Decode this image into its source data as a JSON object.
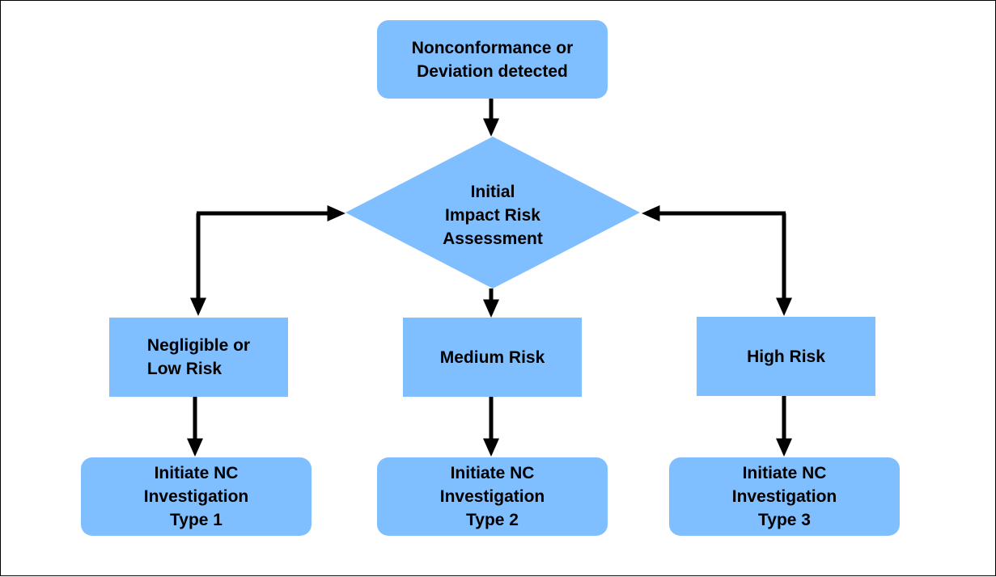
{
  "start": {
    "label": "Nonconformance or\nDeviation detected"
  },
  "decision": {
    "label": "Initial\nImpact Risk\nAssessment"
  },
  "risk_levels": [
    {
      "label": "Negligible or\nLow Risk"
    },
    {
      "label": "Medium Risk"
    },
    {
      "label": "High Risk"
    }
  ],
  "outcomes": [
    {
      "label": "Initiate  NC\nInvestigation\nType 1"
    },
    {
      "label": "Initiate NC\nInvestigation\nType 2"
    },
    {
      "label": "Initiate NC\nInvestigation\nType 3"
    }
  ],
  "colors": {
    "node_fill": "#80BFFF",
    "line": "#000000",
    "text": "#000000"
  }
}
